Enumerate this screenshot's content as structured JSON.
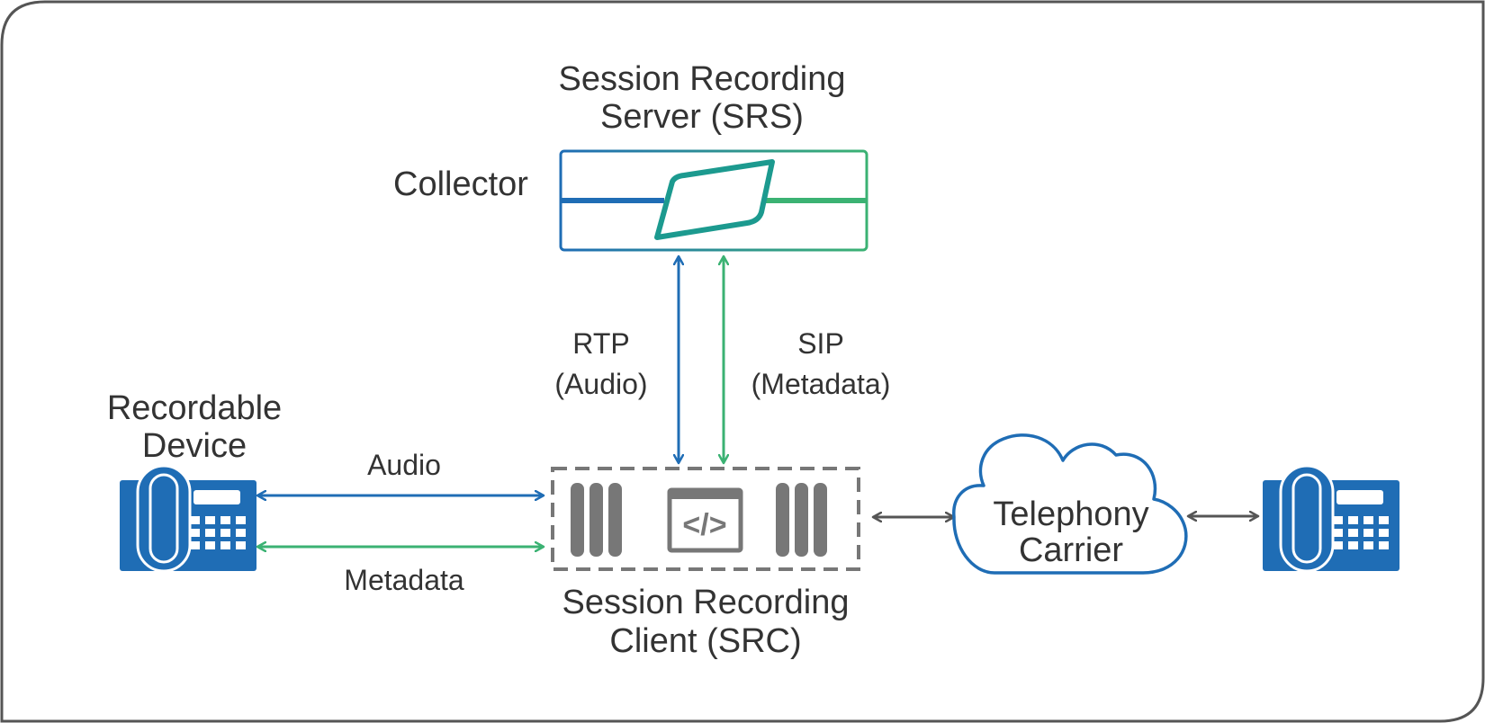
{
  "colors": {
    "frame": "#555555",
    "blue": "#1f6db5",
    "green": "#3bb273",
    "teal": "#1c9a8f",
    "gray": "#777777",
    "dark_gray": "#555555",
    "text": "#333333"
  },
  "srs": {
    "title_line1": "Session Recording",
    "title_line2": "Server (SRS)",
    "collector_label": "Collector",
    "icon": "collector-parallelogram-icon"
  },
  "src": {
    "title_line1": "Session Recording",
    "title_line2": "Client (SRC)",
    "icon": "code-window-icon"
  },
  "device": {
    "label_line1": "Recordable",
    "label_line2": "Device",
    "icon": "desk-phone-icon"
  },
  "links": {
    "rtp_line1": "RTP",
    "rtp_line2": "(Audio)",
    "sip_line1": "SIP",
    "sip_line2": "(Metadata)",
    "audio": "Audio",
    "metadata": "Metadata"
  },
  "carrier": {
    "label_line1": "Telephony",
    "label_line2": "Carrier",
    "icon": "cloud-icon"
  },
  "remote_phone": {
    "icon": "desk-phone-icon"
  }
}
